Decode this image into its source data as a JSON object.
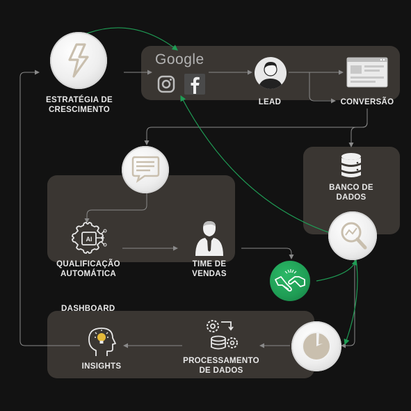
{
  "nodes": {
    "estrategia": {
      "line1": "ESTRATÉGIA DE",
      "line2": "CRESCIMENTO"
    },
    "google": {
      "text": "Google"
    },
    "lead": {
      "label": "LEAD"
    },
    "conversao": {
      "label": "CONVERSÃO"
    },
    "banco": {
      "line1": "BANCO DE",
      "line2": "DADOS"
    },
    "qualificacao": {
      "line1": "QUALIFICAÇÃO",
      "line2": "AUTOMÁTICA"
    },
    "time": {
      "line1": "TIME DE",
      "line2": "VENDAS"
    },
    "dashboard": {
      "label": "DASHBOARD"
    },
    "insights": {
      "label": "INSIGHTS"
    },
    "processamento": {
      "line1": "PROCESSAMENTO",
      "line2": "DE DADOS"
    },
    "ai_chip": {
      "text": "AI"
    }
  },
  "colors": {
    "background": "#121212",
    "panel": "#3a3632",
    "accent_green": "#1f9d55",
    "edge_gray": "#8a8a8a",
    "icon_beige": "#c9bfae"
  }
}
